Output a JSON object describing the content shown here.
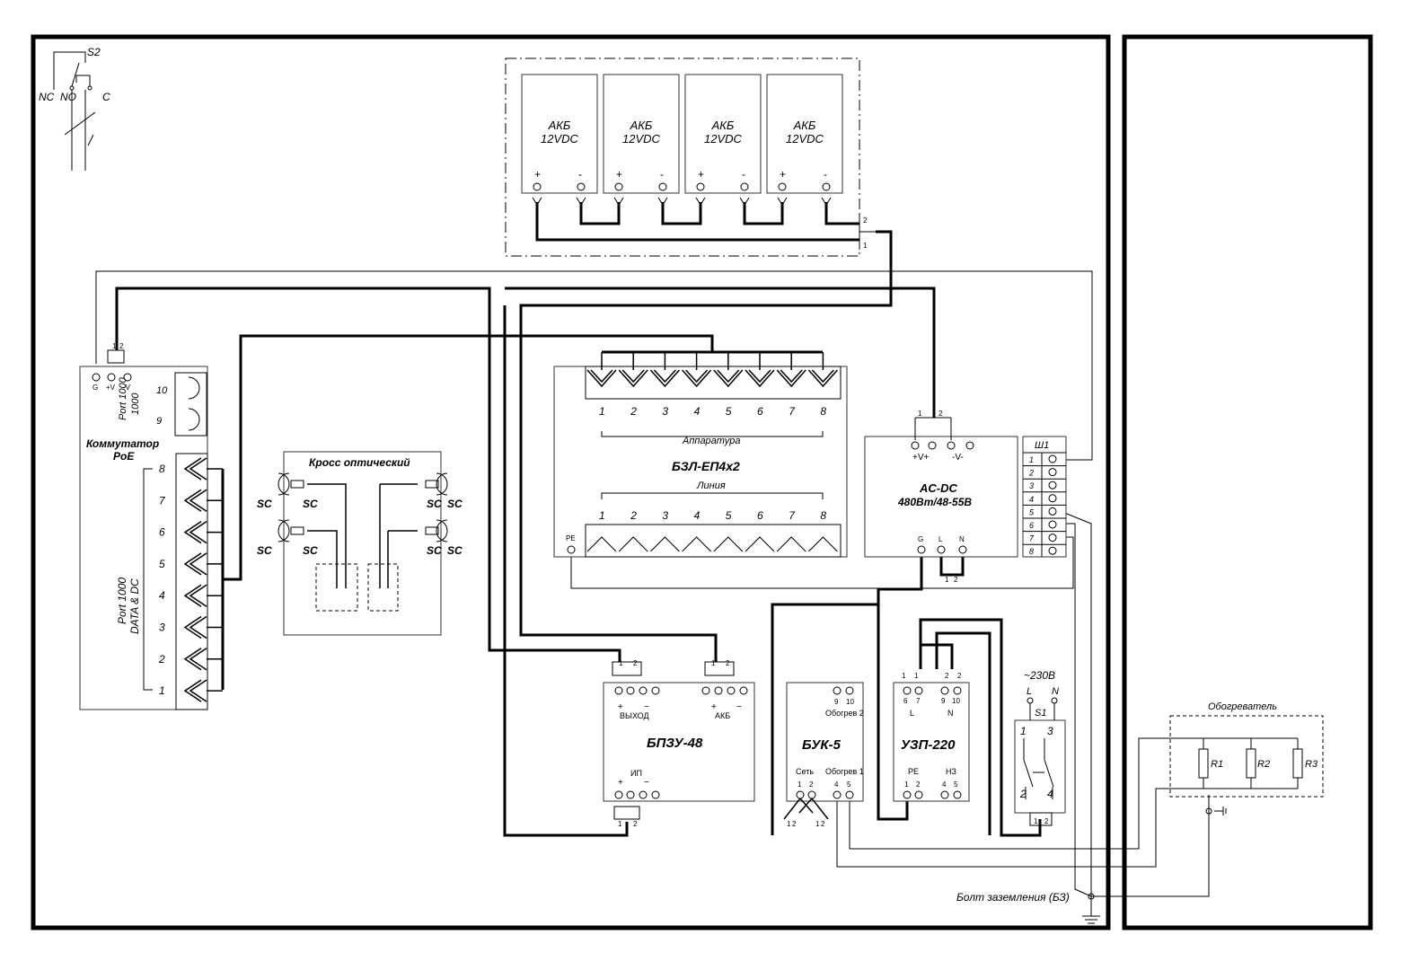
{
  "switch_s2": {
    "name": "S2",
    "nc": "NC",
    "no": "NO",
    "c": "C"
  },
  "batteries": [
    {
      "label": "АКБ",
      "voltage": "12VDC",
      "plus": "+",
      "minus": "-"
    },
    {
      "label": "АКБ",
      "voltage": "12VDC",
      "plus": "+",
      "minus": "-"
    },
    {
      "label": "АКБ",
      "voltage": "12VDC",
      "plus": "+",
      "minus": "-"
    },
    {
      "label": "АКБ",
      "voltage": "12VDC",
      "plus": "+",
      "minus": "-"
    }
  ],
  "battery_connector_pins": [
    "2",
    "1"
  ],
  "poe_switch": {
    "title_line1": "Коммутатор",
    "title_line2": "PoE",
    "power_terminals": [
      "G",
      "+V",
      "-V"
    ],
    "power_pins": [
      "1",
      "2"
    ],
    "uplink_label": "Port 1000",
    "uplink_ports": [
      "10",
      "9"
    ],
    "uplink_port_label": "1000",
    "data_label_line1": "Port 1000",
    "data_label_line2": "DATA & DC",
    "data_ports": [
      "8",
      "7",
      "6",
      "5",
      "4",
      "3",
      "2",
      "1"
    ]
  },
  "optical_cross": {
    "title": "Кросс оптический",
    "connectors": [
      "SC",
      "SC",
      "SC",
      "SC",
      "SC",
      "SC",
      "SC",
      "SC"
    ]
  },
  "bzl": {
    "title": "БЗЛ-ЕП4х2",
    "top_group_label": "Аппаратура",
    "bottom_group_label": "Линия",
    "pins": [
      "1",
      "2",
      "3",
      "4",
      "5",
      "6",
      "7",
      "8"
    ],
    "pe_label": "PE"
  },
  "acdc": {
    "title_line1": "AC-DC",
    "title_line2": "480Вт/48-55В",
    "dc_plus": "+V+",
    "dc_minus": "-V-",
    "dc_pins": [
      "1",
      "2"
    ],
    "ac_terminals": [
      "G",
      "L",
      "N"
    ],
    "ac_pins": [
      "1",
      "2"
    ]
  },
  "terminal_block": {
    "title": "Ш1",
    "rows": [
      "1",
      "2",
      "3",
      "4",
      "5",
      "6",
      "7",
      "8"
    ]
  },
  "bpzu": {
    "title": "БПЗУ-48",
    "out_label": "ВЫХОД",
    "akb_label": "АКБ",
    "ip_label": "ИП",
    "plus": "+",
    "minus": "−",
    "pins": [
      "1",
      "2"
    ]
  },
  "buk": {
    "title": "БУК-5",
    "heating2_label": "Обогрев 2",
    "heating2_pins": [
      "9",
      "10"
    ],
    "net_label": "Сеть",
    "net_pins": [
      "1",
      "2"
    ],
    "heating1_label": "Обогрев 1",
    "heating1_pins": [
      "4",
      "5"
    ],
    "bottom_pins": [
      "1",
      "2",
      "1",
      "2"
    ]
  },
  "uzp": {
    "title": "УЗП-220",
    "top_pins": [
      "1",
      "1",
      "2",
      "2"
    ],
    "l_pins": [
      "6",
      "7"
    ],
    "n_pins": [
      "9",
      "10"
    ],
    "l_label": "L",
    "n_label": "N",
    "pe_label": "PE",
    "pe_pins": [
      "1",
      "2"
    ],
    "nz_label": "НЗ",
    "nz_pins": [
      "4",
      "5"
    ]
  },
  "breaker": {
    "supply": "~230В",
    "l": "L",
    "n": "N",
    "name": "S1",
    "pins": [
      "1",
      "3",
      "2",
      "4"
    ],
    "bottom_pins": [
      "1",
      "2"
    ]
  },
  "heater": {
    "title": "Обогреватель",
    "resistors": [
      "R1",
      "R2",
      "R3"
    ]
  },
  "ground_bolt": "Болт заземления (БЗ)"
}
